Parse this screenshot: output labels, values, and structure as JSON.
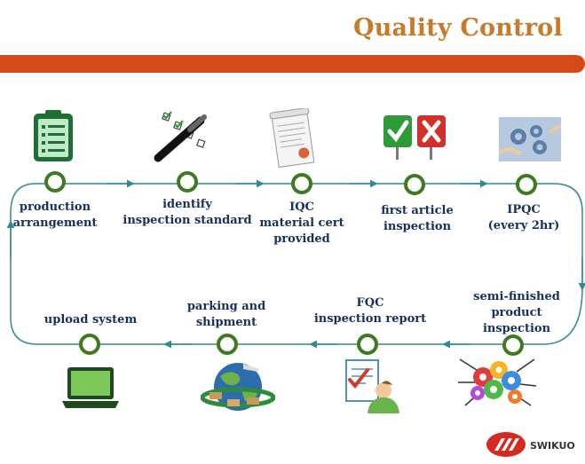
{
  "header": {
    "title": "Quality Control"
  },
  "colors": {
    "title": "#c67a2c",
    "banner": "#d64a1a",
    "flow_line": "#2e8a95",
    "node_ring": "#3e7a22",
    "label_text": "#15305a"
  },
  "top_row": [
    {
      "id": "production",
      "lines": [
        "production",
        "arrangement"
      ],
      "icon": "clipboard-checklist-icon"
    },
    {
      "id": "identify",
      "lines": [
        "identify",
        "inspection standard"
      ],
      "icon": "pen-checkboxes-icon"
    },
    {
      "id": "iqc",
      "lines": [
        "IQC",
        "material cert",
        "provided"
      ],
      "icon": "certificate-scroll-icon"
    },
    {
      "id": "first-article",
      "lines": [
        "first article",
        "inspection"
      ],
      "icon": "check-cross-signs-icon"
    },
    {
      "id": "ipqc",
      "lines": [
        "IPQC",
        "(every 2hr)"
      ],
      "icon": "gears-hands-icon"
    }
  ],
  "bottom_row": [
    {
      "id": "semi-finished",
      "lines": [
        "semi-finished",
        "product",
        "inspection"
      ],
      "icon": "colorful-gears-icon"
    },
    {
      "id": "fqc",
      "lines": [
        "FQC",
        "inspection report"
      ],
      "icon": "report-person-icon"
    },
    {
      "id": "parking",
      "lines": [
        "parking and",
        "shipment"
      ],
      "icon": "globe-logistics-icon"
    },
    {
      "id": "upload",
      "lines": [
        "upload system"
      ],
      "icon": "laptop-icon"
    }
  ],
  "brand": {
    "name": "SWIKUO",
    "logo": "swikuo-logo-icon"
  }
}
